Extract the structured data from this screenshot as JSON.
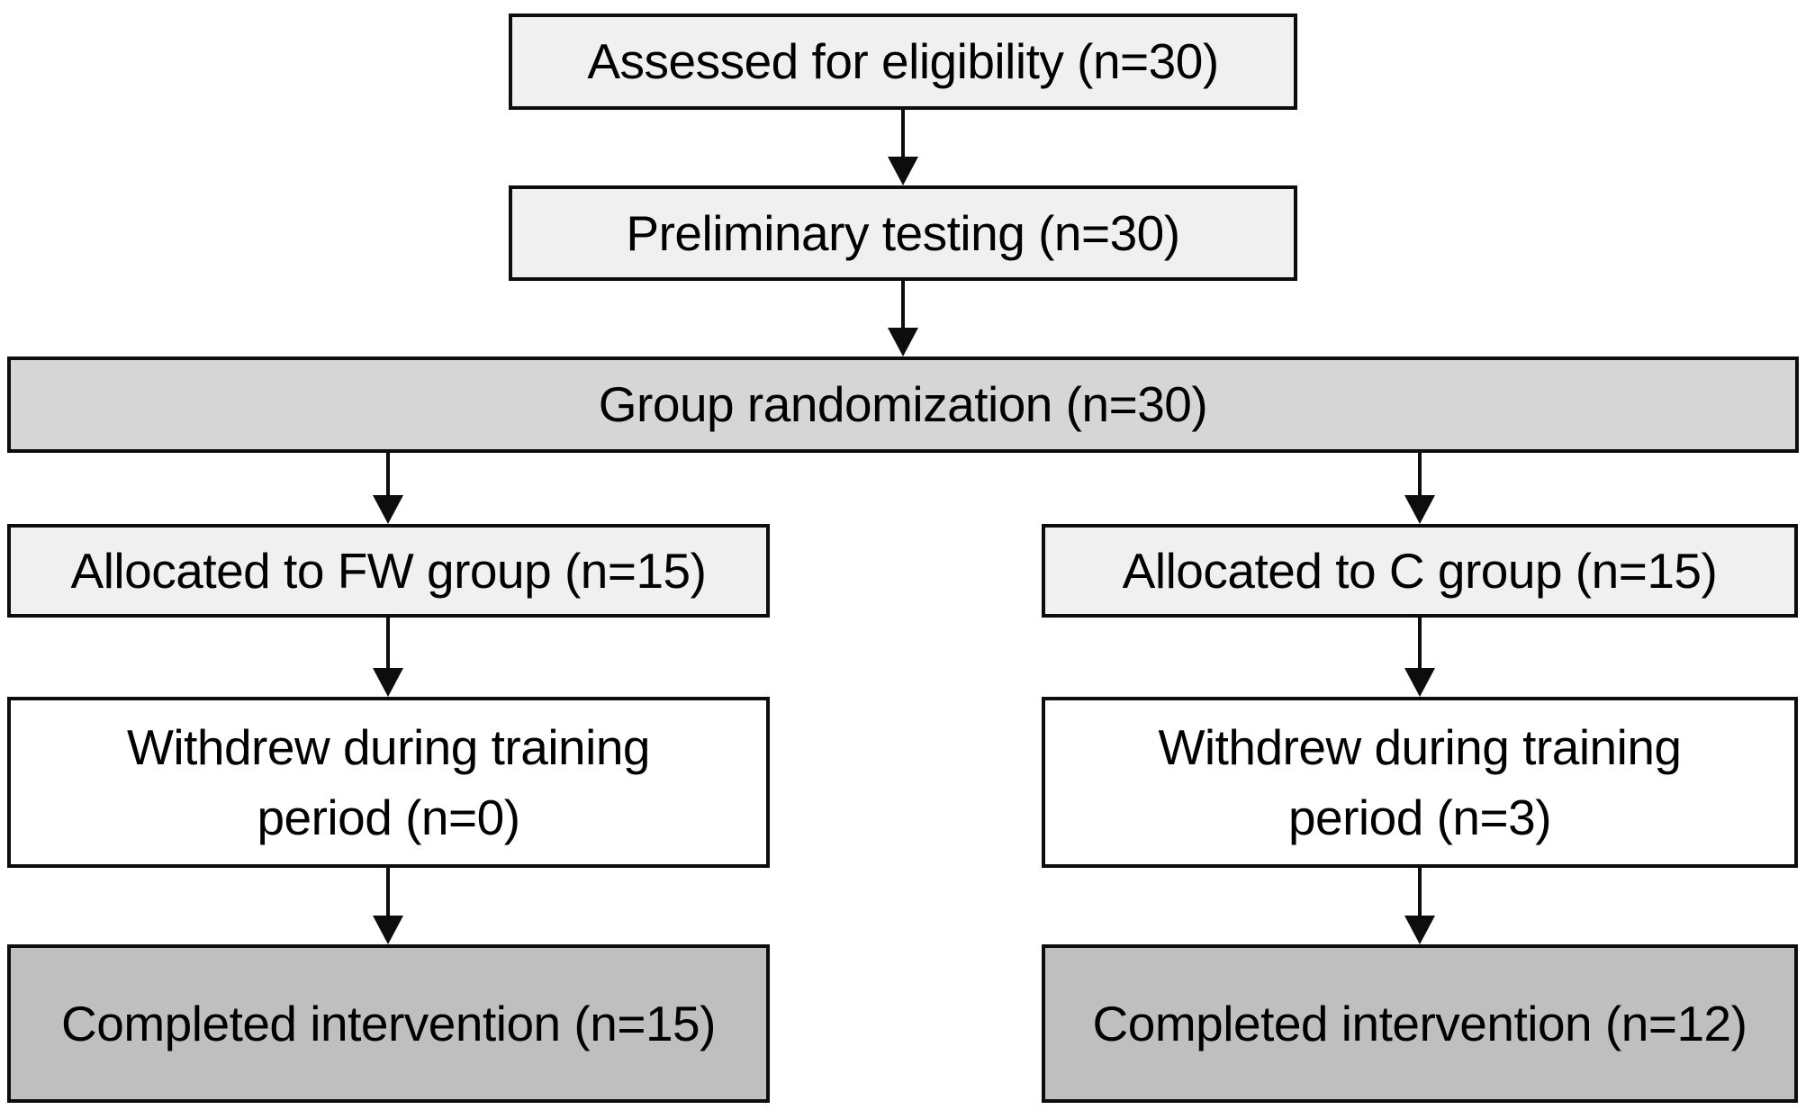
{
  "figure": {
    "type": "flowchart",
    "direction": "top-down",
    "colors": {
      "box_light": "#f0f0f0",
      "box_medium": "#d6d6d6",
      "box_white": "#ffffff",
      "box_dark": "#bfbfbf",
      "border": "#0d0d0d",
      "text": "#000000",
      "background": "#ffffff"
    },
    "nodes": {
      "assessed": {
        "label": "Assessed for eligibility (n=30)",
        "n": 30,
        "shade": "light"
      },
      "preliminary": {
        "label": "Preliminary testing (n=30)",
        "n": 30,
        "shade": "light"
      },
      "randomization": {
        "label": "Group randomization (n=30)",
        "n": 30,
        "shade": "medium"
      },
      "allocated_fw": {
        "label": "Allocated to FW group (n=15)",
        "n": 15,
        "shade": "light"
      },
      "allocated_c": {
        "label": "Allocated to C group (n=15)",
        "n": 15,
        "shade": "light"
      },
      "withdrew_fw": {
        "label": "Withdrew during training period (n=0)",
        "n": 0,
        "shade": "white"
      },
      "withdrew_c": {
        "label": "Withdrew during training period (n=3)",
        "n": 3,
        "shade": "white"
      },
      "completed_fw": {
        "label": "Completed intervention (n=15)",
        "n": 15,
        "shade": "dark"
      },
      "completed_c": {
        "label": "Completed intervention (n=12)",
        "n": 12,
        "shade": "dark"
      }
    },
    "edges": [
      {
        "from": "assessed",
        "to": "preliminary"
      },
      {
        "from": "preliminary",
        "to": "randomization"
      },
      {
        "from": "randomization",
        "to": "allocated_fw"
      },
      {
        "from": "randomization",
        "to": "allocated_c"
      },
      {
        "from": "allocated_fw",
        "to": "withdrew_fw"
      },
      {
        "from": "allocated_c",
        "to": "withdrew_c"
      },
      {
        "from": "withdrew_fw",
        "to": "completed_fw"
      },
      {
        "from": "withdrew_c",
        "to": "completed_c"
      }
    ]
  }
}
